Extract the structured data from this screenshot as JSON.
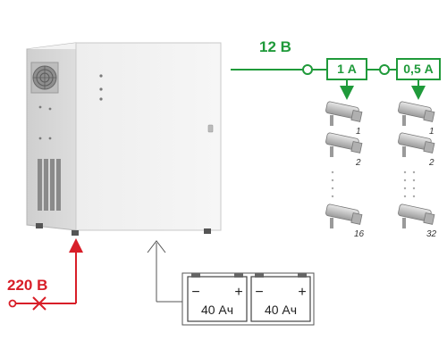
{
  "diagram": {
    "output_voltage": "12 В",
    "input_voltage": "220 В",
    "colors": {
      "green": "#1f9a3a",
      "red": "#d81e28",
      "housing": "#e6e6e6",
      "battery_line": "#555555"
    },
    "groups": [
      {
        "current": "1 А",
        "first_label": "1",
        "second_label": "2",
        "last_label": "16"
      },
      {
        "current": "0,5 А",
        "first_label": "1",
        "second_label": "2",
        "last_label": "32"
      }
    ],
    "batteries": [
      {
        "capacity": "40 Ач",
        "minus": "−",
        "plus": "+"
      },
      {
        "capacity": "40 Ач",
        "minus": "−",
        "plus": "+"
      }
    ],
    "icons": {
      "power_supply": "power-supply-unit-icon",
      "camera": "cctv-camera-icon",
      "battery": "battery-icon",
      "breaker": "breaker-x-icon"
    }
  }
}
